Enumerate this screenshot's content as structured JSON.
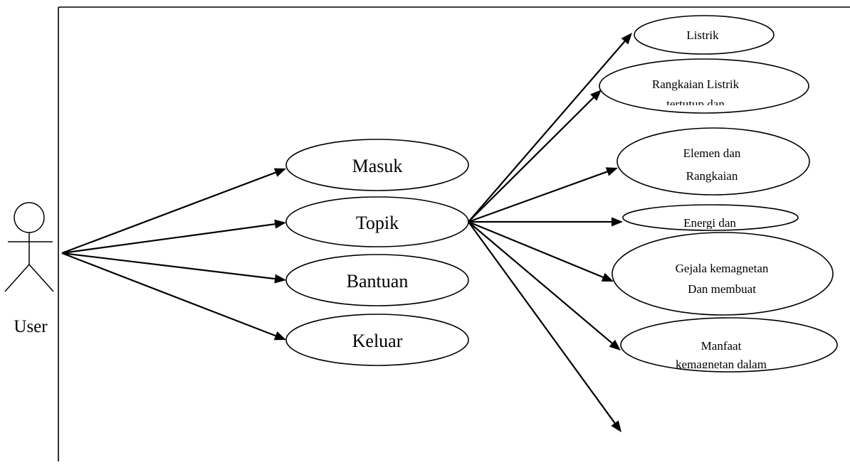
{
  "actor": {
    "label": "User"
  },
  "main_use_cases": [
    {
      "id": "masuk",
      "label": "Masuk"
    },
    {
      "id": "topik",
      "label": "Topik"
    },
    {
      "id": "bantuan",
      "label": "Bantuan"
    },
    {
      "id": "keluar",
      "label": "Keluar"
    }
  ],
  "topics": [
    {
      "id": "listrik",
      "lines": [
        "Listrik"
      ]
    },
    {
      "id": "rangkaian-listrik",
      "lines": [
        "Rangkaian Listrik",
        "tertutup dan"
      ]
    },
    {
      "id": "elemen-rangkaian",
      "lines": [
        "Elemen dan",
        "Rangkaian"
      ]
    },
    {
      "id": "energi",
      "lines": [
        "Energi dan"
      ]
    },
    {
      "id": "gejala-kemagnetan",
      "lines": [
        "Gejala kemagnetan",
        "Dan membuat"
      ]
    },
    {
      "id": "manfaat-kemagnetan",
      "lines": [
        "Manfaat",
        "kemagnetan dalam"
      ]
    }
  ]
}
